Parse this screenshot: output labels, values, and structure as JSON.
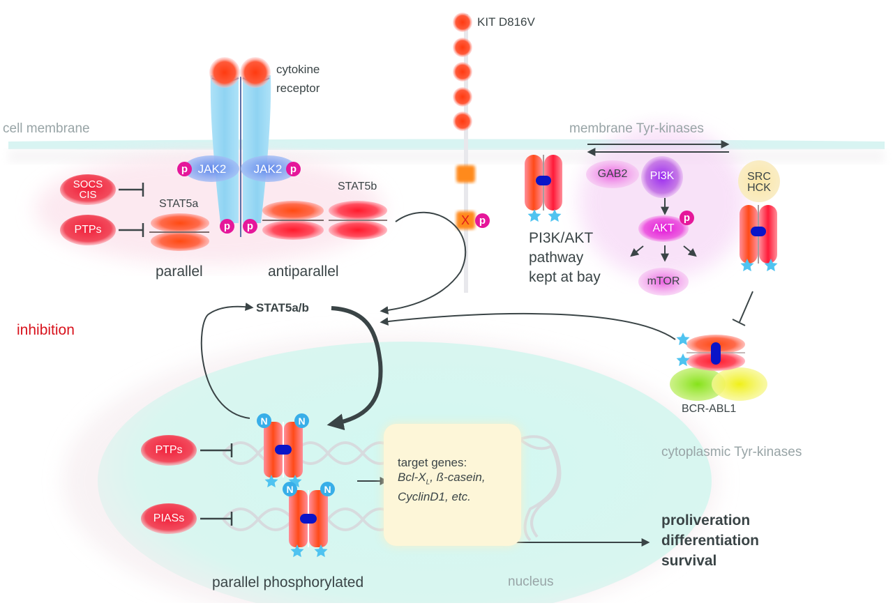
{
  "labels": {
    "cell_membrane": "cell membrane",
    "cytokine_receptor_line1": "cytokine",
    "cytokine_receptor_line2": "receptor",
    "kit": "KIT D816V",
    "membrane_tyr_kinases": "membrane Tyr-kinases",
    "cytoplasmic_tyr_kinases": "cytoplasmic Tyr-kinases",
    "nucleus": "nucleus",
    "inhibition": "inhibition",
    "parallel": "parallel",
    "antiparallel": "antiparallel",
    "parallel_phosphorylated": "parallel phosphorylated",
    "stat5ab": "STAT5a/b",
    "stat5a": "STAT5a",
    "stat5b": "STAT5b",
    "pi3k_line1": "PI3K/AKT",
    "pi3k_line2": "pathway",
    "pi3k_line3": "kept at bay",
    "bcr_abl1": "BCR-ABL1",
    "outcomes": [
      "proliveration",
      "differentiation",
      "survival"
    ]
  },
  "proteins": {
    "jak2_left": "JAK2",
    "jak2_right": "JAK2",
    "socs_line1": "SOCS",
    "socs_line2": "CIS",
    "ptps_top": "PTPs",
    "ptps_nucleus": "PTPs",
    "piass": "PIASs",
    "gab2": "GAB2",
    "pi3k": "PI3K",
    "akt": "AKT",
    "mtor": "mTOR",
    "src_line1": "SRC",
    "src_line2": "HCK",
    "kit_mutation": "X"
  },
  "tags": {
    "phospho": "p",
    "nterm": "N"
  },
  "target_genes": {
    "title": "target genes:",
    "gene1": "Bcl-X",
    "gene1_sub": "L",
    "gene1_suffix": ",",
    "gene2": "ß-casein,",
    "line2": "CyclinD1, etc."
  },
  "colors": {
    "inhibition_text": "#d8121c",
    "phospho_tag": "#e5179a",
    "n_tag": "#38aee8",
    "star": "#4fc3f0",
    "receptor": "#8fd3f2",
    "jak2": "#6e95e8",
    "stat_red": "#ff3a2a",
    "arrow": "#3a4446",
    "nucleus": "#d9f6f0",
    "membrane": "#d8f4f2"
  }
}
